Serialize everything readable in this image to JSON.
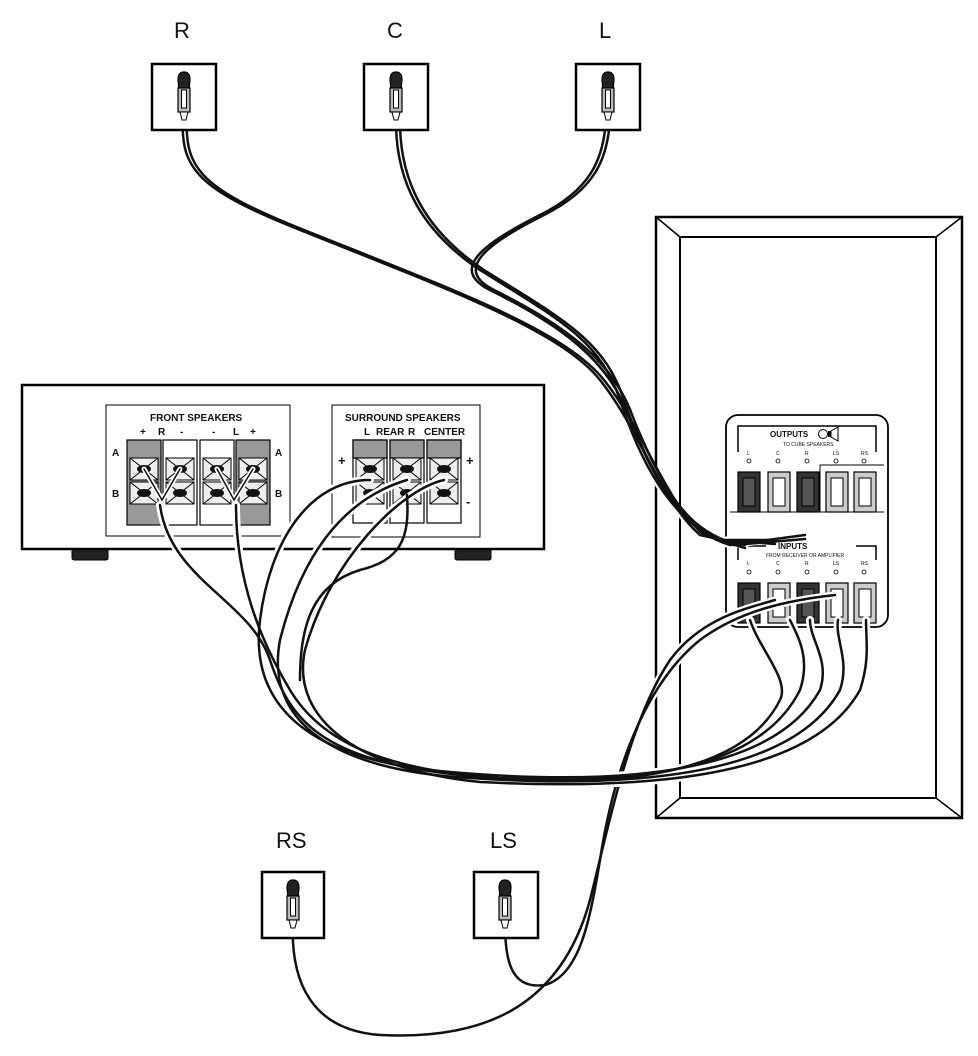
{
  "speakers": {
    "front_right": "R",
    "center": "C",
    "front_left": "L",
    "rear_right": "RS",
    "rear_left": "LS"
  },
  "receiver": {
    "front_panel_title": "FRONT SPEAKERS",
    "front_plus_1": "+",
    "front_r": "R",
    "front_minus_1": "-",
    "front_minus_2": "-",
    "front_l": "L",
    "front_plus_2": "+",
    "row_a_left": "A",
    "row_b_left": "B",
    "row_a_right": "A",
    "row_b_right": "B",
    "surround_panel_title": "SURROUND SPEAKERS",
    "surround_l": "L",
    "surround_rear": "REAR",
    "surround_r": "R",
    "surround_center": "CENTER",
    "surround_plus_left": "+",
    "surround_plus_right": "+",
    "surround_minus_right": "-"
  },
  "subwoofer": {
    "outputs_title": "OUTPUTS",
    "outputs_subtitle": "TO CUBE SPEAKERS",
    "out_l": "L",
    "out_c": "C",
    "out_r": "R",
    "out_ls": "LS",
    "out_rs": "RS",
    "inputs_title": "INPUTS",
    "inputs_subtitle": "FROM RECEIVER OR AMPLIFIER",
    "in_l": "L",
    "in_c": "C",
    "in_r": "R",
    "in_ls": "LS",
    "in_rs": "RS"
  }
}
